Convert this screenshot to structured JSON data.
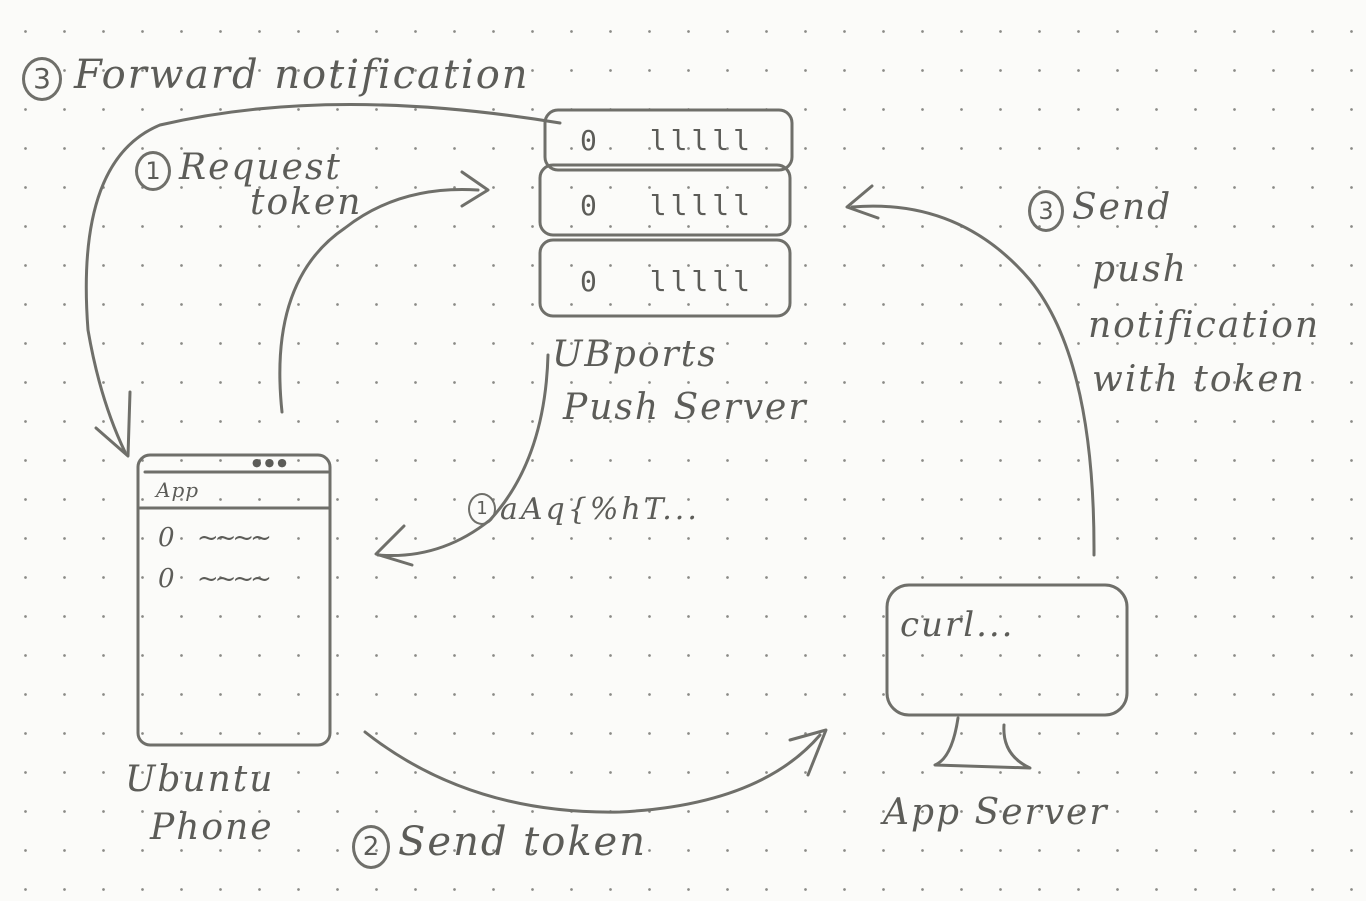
{
  "steps": {
    "forward": {
      "num": "3",
      "label": "Forward notification"
    },
    "request": {
      "num": "1",
      "line1": "Request",
      "line2": "token"
    },
    "token_value": {
      "num": "1",
      "value": "aAq{%hT..."
    },
    "send_push": {
      "num": "3",
      "line1": "Send",
      "line2": "push",
      "line3": "notification",
      "line4": "with token"
    },
    "send_token": {
      "num": "2",
      "label": "Send token"
    }
  },
  "push_server": {
    "label_line1": "UBports",
    "label_line2": "Push Server",
    "units": [
      {
        "indicator": "0",
        "bars": "lllll"
      },
      {
        "indicator": "0",
        "bars": "lllll"
      },
      {
        "indicator": "0",
        "bars": "lllll"
      }
    ]
  },
  "phone": {
    "app_title": "App",
    "status_dots": "●●●",
    "list_items": [
      {
        "bullet": "0",
        "text": "~~~~"
      },
      {
        "bullet": "0",
        "text": "~~~~"
      }
    ],
    "label_line1": "Ubuntu",
    "label_line2": "Phone"
  },
  "app_server": {
    "command": "curl...",
    "label": "App Server"
  },
  "colors": {
    "ink": "#5c5c58",
    "paper": "#fbfbf9"
  }
}
